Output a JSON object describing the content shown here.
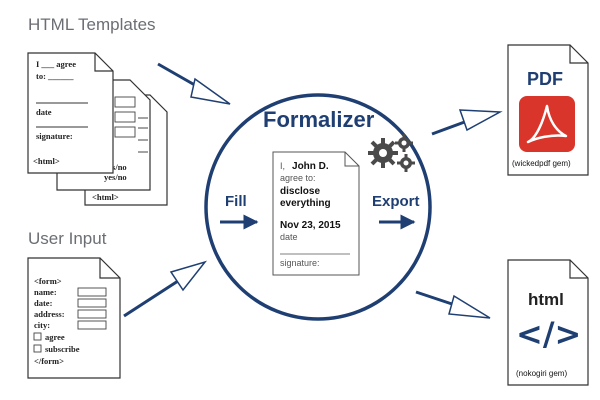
{
  "sections": {
    "templates_title": "HTML Templates",
    "input_title": "User Input"
  },
  "templates_doc": {
    "line1": "I ___ agree",
    "line2": "to: ______",
    "date": "date",
    "signature": "signature:",
    "tag": "<html>",
    "back_yesno_1": "yes/no",
    "back_yesno_2": "yes/no",
    "back_tag": "<html>"
  },
  "input_doc": {
    "form_open": "<form>",
    "name": "name:",
    "date": "date:",
    "address": "address:",
    "city": "city:",
    "agree": "agree",
    "subscribe": "subscribe",
    "form_close": "</form>"
  },
  "center": {
    "title": "Formalizer",
    "fill": "Fill",
    "export": "Export"
  },
  "card": {
    "line1_prefix": "I,",
    "name": "John D.",
    "agree_to": "agree to:",
    "action1": "disclose",
    "action2": "everything",
    "date_value": "Nov 23, 2015",
    "date_label": "date",
    "signature": "signature:"
  },
  "pdf_output": {
    "title": "PDF",
    "caption": "(wickedpdf gem)"
  },
  "html_output": {
    "title": "html",
    "symbol": "</>",
    "caption": "(nokogiri gem)"
  },
  "colors": {
    "navy": "#1f3f73",
    "gray": "#6b6e73",
    "pdf_red": "#d9352b"
  }
}
